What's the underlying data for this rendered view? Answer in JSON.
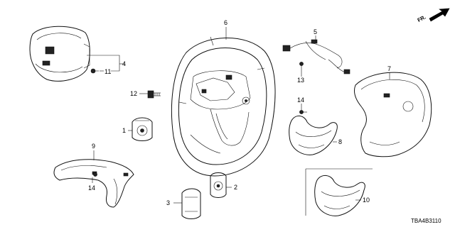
{
  "callouts": [
    "1",
    "2",
    "3",
    "4",
    "5",
    "6",
    "7",
    "8",
    "9",
    "10",
    "11",
    "12",
    "13",
    "14",
    "14"
  ],
  "direction_label": "FR.",
  "diagram_code": "TBA4B3110"
}
